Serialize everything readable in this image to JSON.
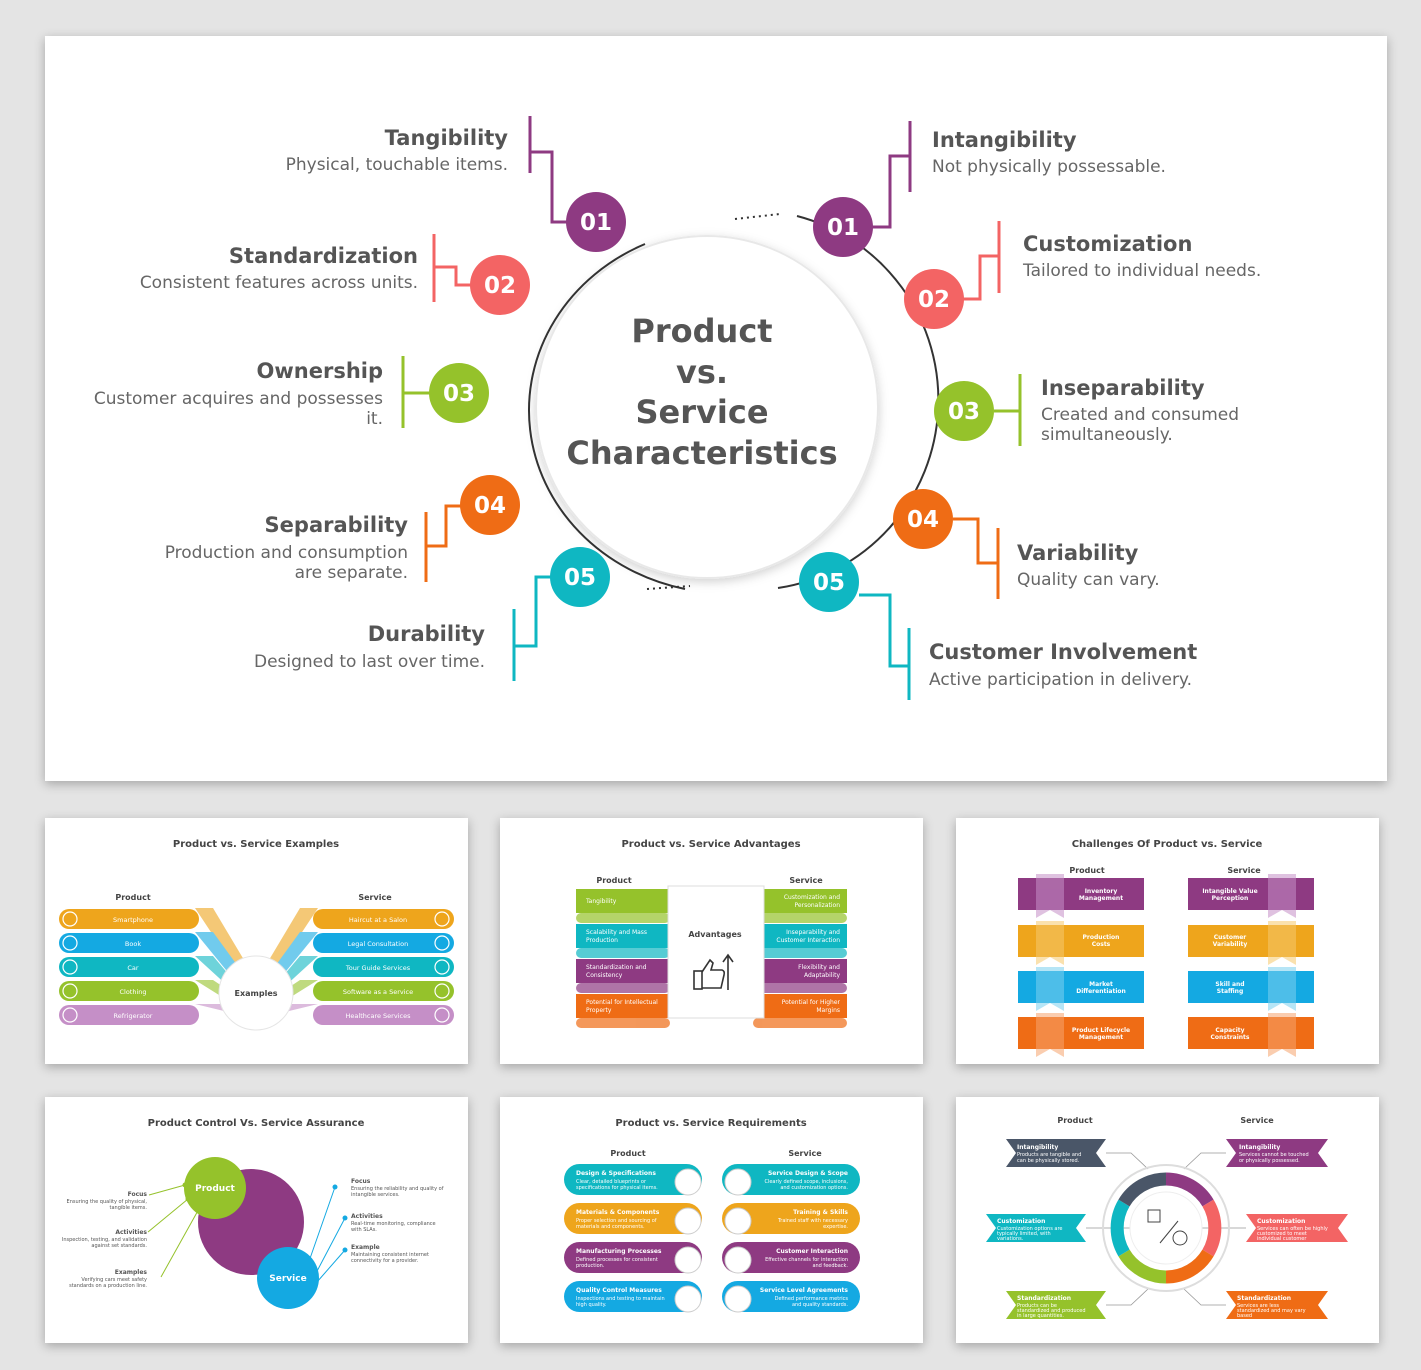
{
  "colors": {
    "purple": "#8e3a82",
    "coral": "#f36464",
    "green": "#95c22b",
    "orange": "#ef6c15",
    "teal": "#0fb7c2",
    "yellow": "#eea51c",
    "blue": "#14a9e2",
    "pink": "#c58fc7",
    "navy": "#4a5668"
  },
  "main": {
    "center": [
      "Product",
      "vs.",
      "Service",
      "Characteristics"
    ],
    "product": [
      {
        "num": "01",
        "title": "Tangibility",
        "desc": [
          "Physical, touchable items."
        ]
      },
      {
        "num": "02",
        "title": "Standardization",
        "desc": [
          "Consistent features across units."
        ]
      },
      {
        "num": "03",
        "title": "Ownership",
        "desc": [
          "Customer acquires and possesses",
          "it."
        ]
      },
      {
        "num": "04",
        "title": "Separability",
        "desc": [
          "Production and consumption",
          "are separate."
        ]
      },
      {
        "num": "05",
        "title": "Durability",
        "desc": [
          "Designed to last over time."
        ]
      }
    ],
    "service": [
      {
        "num": "01",
        "title": "Intangibility",
        "desc": [
          "Not physically possessable."
        ]
      },
      {
        "num": "02",
        "title": "Customization",
        "desc": [
          "Tailored to individual needs."
        ]
      },
      {
        "num": "03",
        "title": "Inseparability",
        "desc": [
          "Created and consumed",
          "simultaneously."
        ]
      },
      {
        "num": "04",
        "title": "Variability",
        "desc": [
          "Quality can vary."
        ]
      },
      {
        "num": "05",
        "title": "Customer Involvement",
        "desc": [
          "Active participation in delivery."
        ]
      }
    ]
  },
  "examples": {
    "title": "Product vs. Service Examples",
    "product_label": "Product",
    "service_label": "Service",
    "center": "Examples",
    "products": [
      "Smartphone",
      "Book",
      "Car",
      "Clothing",
      "Refrigerator"
    ],
    "services": [
      "Haircut at a Salon",
      "Legal Consultation",
      "Tour Guide Services",
      "Software as a Service",
      "Healthcare Services"
    ]
  },
  "advantages": {
    "title": "Product vs. Service Advantages",
    "product_label": "Product",
    "service_label": "Service",
    "center": "Advantages",
    "products": [
      [
        "Tangibility"
      ],
      [
        "Scalability and Mass",
        "Production"
      ],
      [
        "Standardization and",
        "Consistency"
      ],
      [
        "Potential for Intellectual",
        "Property"
      ]
    ],
    "services": [
      [
        "Customization and",
        "Personalization"
      ],
      [
        "Inseparability and",
        "Customer Interaction"
      ],
      [
        "Flexibility and",
        "Adaptability"
      ],
      [
        "Potential for Higher",
        "Margins"
      ]
    ]
  },
  "challenges": {
    "title": "Challenges Of Product vs. Service",
    "product_label": "Product",
    "service_label": "Service",
    "products": [
      [
        "Inventory",
        "Management"
      ],
      [
        "Production",
        "Costs"
      ],
      [
        "Market",
        "Differentiation"
      ],
      [
        "Product Lifecycle",
        "Management"
      ]
    ],
    "services": [
      [
        "Intangible Value",
        "Perception"
      ],
      [
        "Customer",
        "Variability"
      ],
      [
        "Skill and",
        "Staffing"
      ],
      [
        "Capacity",
        "Constraints"
      ]
    ]
  },
  "control": {
    "title": "Product Control Vs. Service Assurance",
    "product_label": "Product",
    "service_label": "Service",
    "left": [
      {
        "title": "Focus",
        "desc": [
          "Ensuring the quality of physical,",
          "tangible items."
        ]
      },
      {
        "title": "Activities",
        "desc": [
          "Inspection, testing, and validation",
          "against set standards."
        ]
      },
      {
        "title": "Examples",
        "desc": [
          "Verifying cars meet safety",
          "standards on a production line."
        ]
      }
    ],
    "right": [
      {
        "title": "Focus",
        "desc": [
          "Ensuring the reliability and quality of",
          "intangible services."
        ]
      },
      {
        "title": "Activities",
        "desc": [
          "Real-time monitoring, compliance",
          "with SLAs."
        ]
      },
      {
        "title": "Example",
        "desc": [
          "Maintaining consistent internet",
          "connectivity for a provider."
        ]
      }
    ]
  },
  "requirements": {
    "title": "Product vs. Service Requirements",
    "product_label": "Product",
    "service_label": "Service",
    "products": [
      {
        "title": "Design & Specifications",
        "desc": [
          "Clear, detailed blueprints or",
          "specifications for physical items."
        ]
      },
      {
        "title": "Materials & Components",
        "desc": [
          "Proper selection and sourcing of",
          "materials and components."
        ]
      },
      {
        "title": "Manufacturing Processes",
        "desc": [
          "Defined processes for consistent",
          "production."
        ]
      },
      {
        "title": "Quality Control Measures",
        "desc": [
          "Inspections and testing to maintain",
          "high quality."
        ]
      }
    ],
    "services": [
      {
        "title": "Service Design & Scope",
        "desc": [
          "Clearly defined scope, inclusions,",
          "and customization options."
        ]
      },
      {
        "title": "Training & Skills",
        "desc": [
          "Trained staff with necessary",
          "expertise."
        ]
      },
      {
        "title": "Customer Interaction",
        "desc": [
          "Effective channels for interaction",
          "and feedback."
        ]
      },
      {
        "title": "Service Level Agreements",
        "desc": [
          "Defined performance metrics",
          "and quality standards."
        ]
      }
    ]
  },
  "radial": {
    "product_label": "Product",
    "service_label": "Service",
    "product": [
      {
        "title": "Intangibility",
        "desc": [
          "Products are tangible and",
          "can be physically stored."
        ]
      },
      {
        "title": "Customization",
        "desc": [
          "Customization options are",
          "typically limited, with",
          "variations."
        ]
      },
      {
        "title": "Standardization",
        "desc": [
          "Products can be",
          "standardized and produced",
          "in large quantities."
        ]
      }
    ],
    "service": [
      {
        "title": "Intangibility",
        "desc": [
          "Services cannot be touched",
          "or physically possessed."
        ]
      },
      {
        "title": "Customization",
        "desc": [
          "Services can often be highly",
          "customized to meet",
          "individual customer"
        ]
      },
      {
        "title": "Standardization",
        "desc": [
          "Services are less",
          "standardized and may vary",
          "based"
        ]
      }
    ]
  }
}
